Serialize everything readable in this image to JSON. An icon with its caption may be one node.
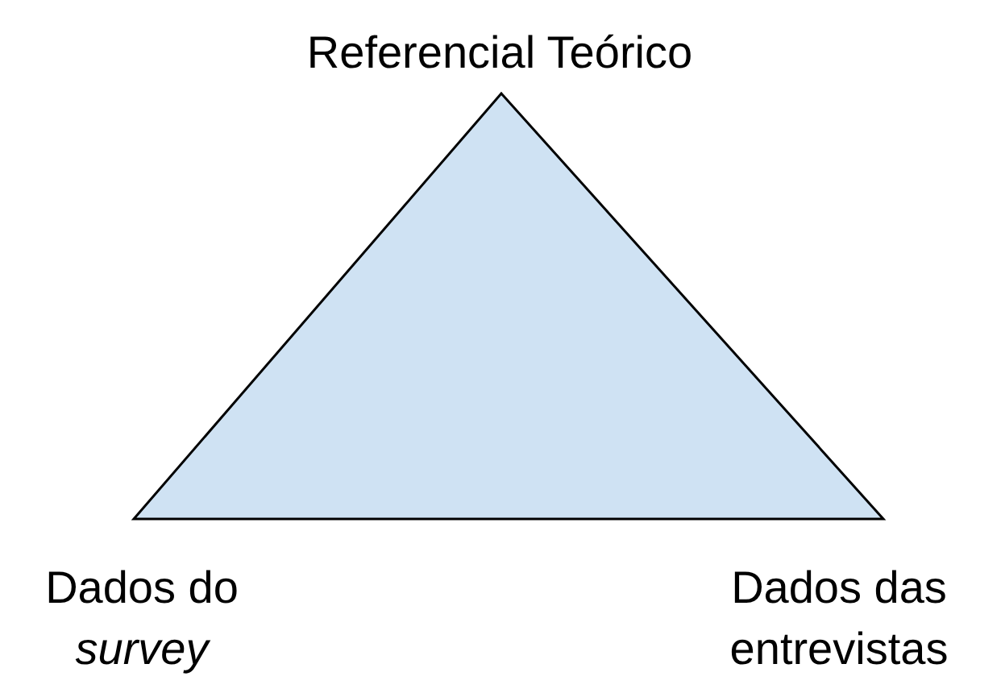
{
  "diagram": {
    "labels": [
      "Referencial Teórico",
      "Dados do *survey*",
      "Dados das entrevistas"
    ]
  }
}
